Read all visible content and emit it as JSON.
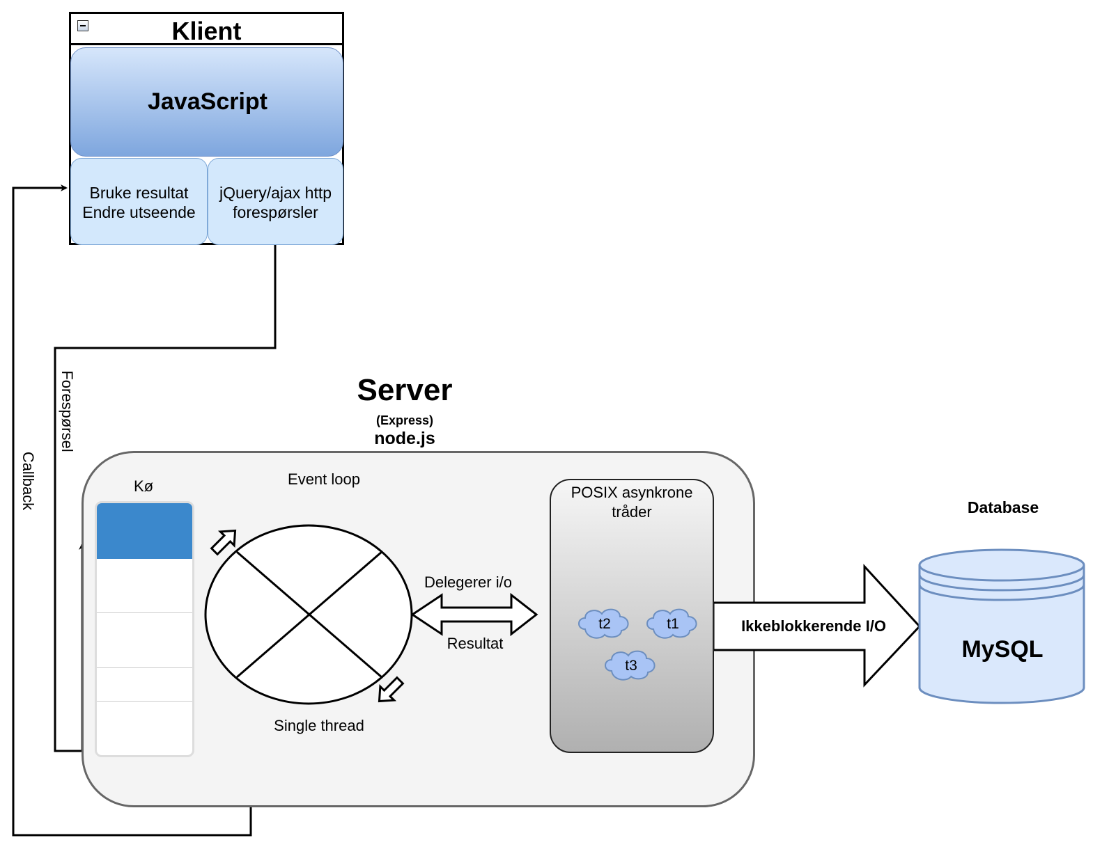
{
  "klient": {
    "title": "Klient",
    "javascript": "JavaScript",
    "left_box": {
      "line1": "Bruke resultat",
      "line2": "Endre utseende"
    },
    "right_box": {
      "line1": "jQuery/ajax http",
      "line2": "forespørsler"
    }
  },
  "server": {
    "title": "Server",
    "framework": "(Express)",
    "runtime": "node.js",
    "queue_label": "Kø",
    "event_loop_label": "Event loop",
    "single_thread_label": "Single thread",
    "delegate_label": "Delegerer i/o",
    "result_label": "Resultat",
    "posix": {
      "line1": "POSIX asynkrone",
      "line2": "tråder",
      "threads": [
        "t1",
        "t2",
        "t3"
      ]
    }
  },
  "io_label": "Ikkeblokkerende I/O",
  "database": {
    "label": "Database",
    "name": "MySQL"
  },
  "edges": {
    "request": "Forespørsel",
    "callback": "Callback"
  },
  "colors": {
    "js_gradient_top": "#d6e6fb",
    "js_gradient_bottom": "#7ea6de",
    "sub_box": "#d3e8fc",
    "queue_head": "#3b88cc",
    "cloud_fill": "#a9c4f5",
    "db_fill": "#dae8fc",
    "db_stroke": "#6c8ebf"
  }
}
